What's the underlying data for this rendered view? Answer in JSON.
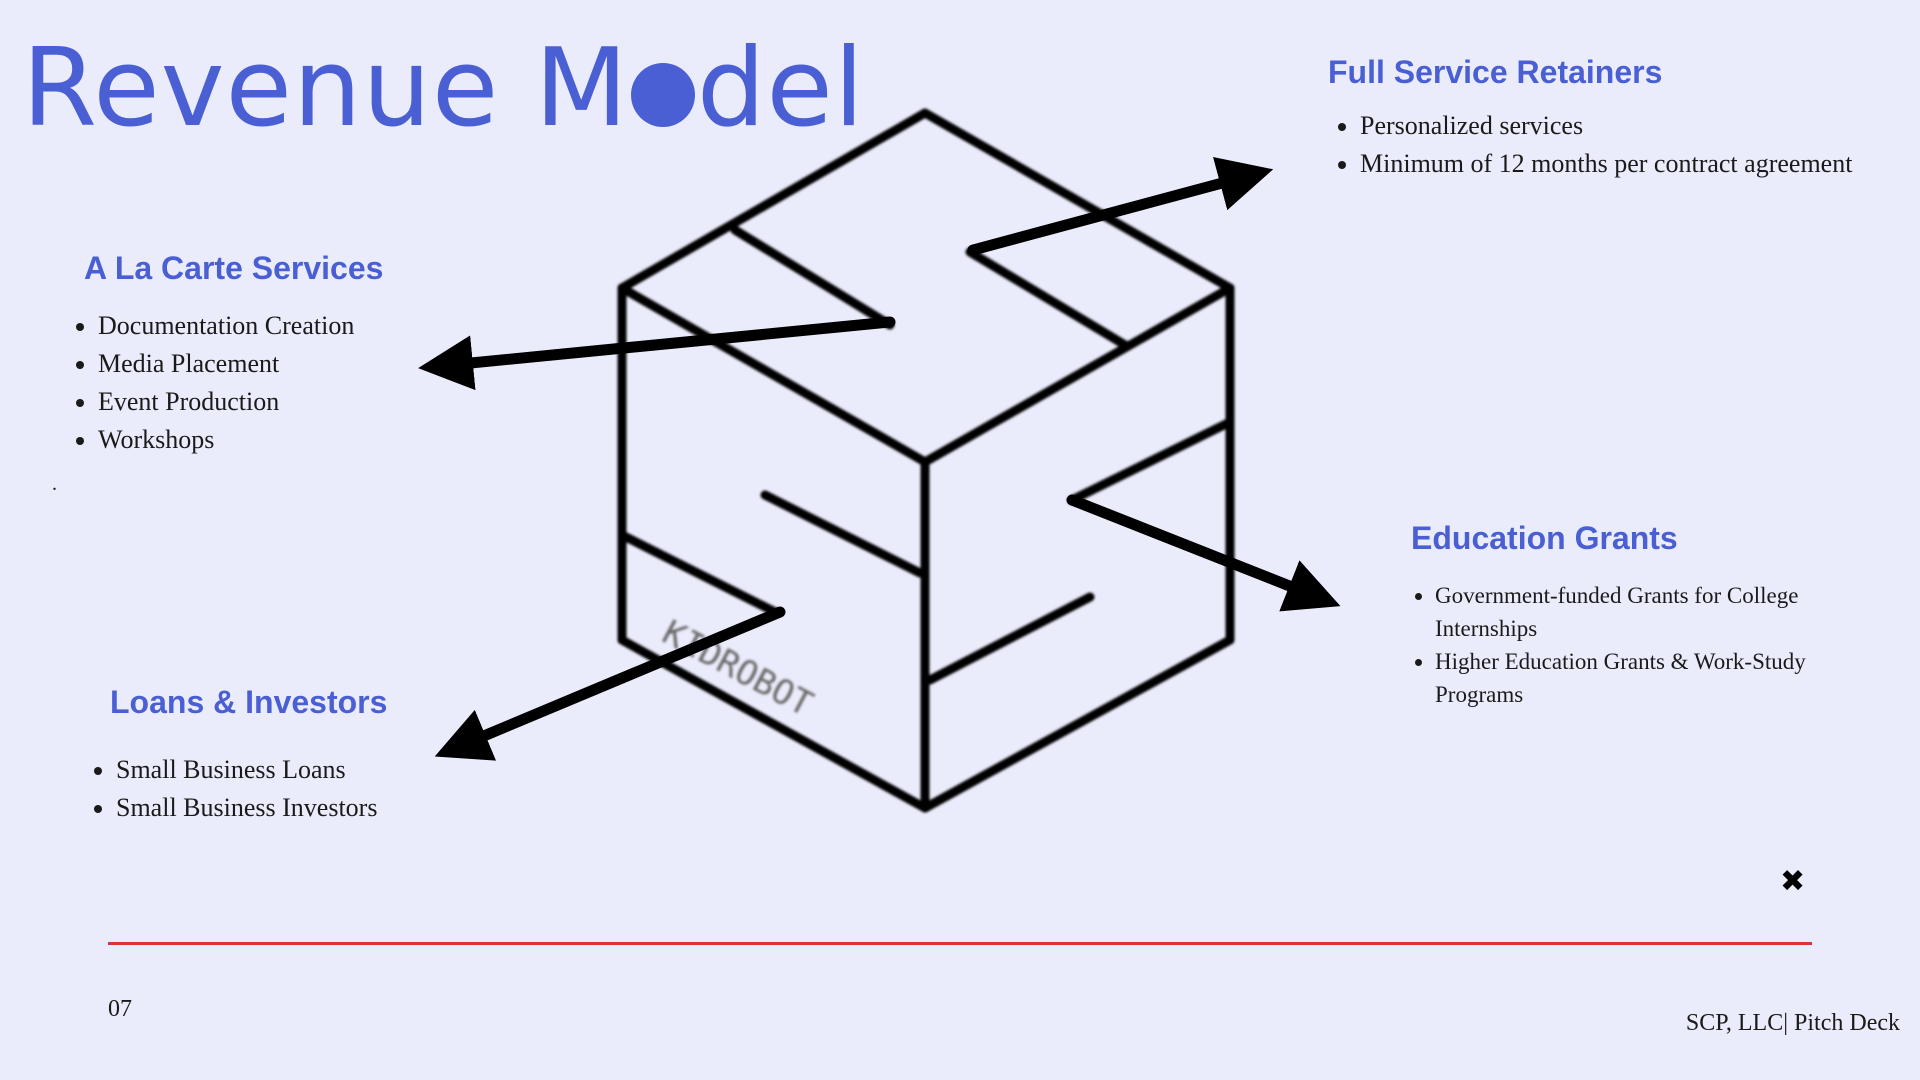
{
  "slide": {
    "title_part1": "Revenue M",
    "title_part2": "del",
    "page_number": "07",
    "footer": "SCP, LLC| Pitch Deck",
    "stray_text": ".",
    "close_glyph": "✖"
  },
  "sections": {
    "full_service": {
      "heading": "Full Service Retainers",
      "items": [
        "Personalized services",
        "Minimum of 12 months per contract agreement"
      ]
    },
    "a_la_carte": {
      "heading": "A La Carte Services",
      "items": [
        "Documentation Creation",
        "Media Placement",
        "Event Production",
        "Workshops"
      ]
    },
    "education": {
      "heading": "Education Grants",
      "items": [
        "Government-funded Grants for College Internships",
        "Higher Education Grants & Work-Study Programs"
      ]
    },
    "loans": {
      "heading": "Loans & Investors",
      "items": [
        "Small Business Loans",
        "Small Business Investors"
      ]
    }
  },
  "illustration": {
    "stamp_text": "KIDROBOT"
  },
  "colors": {
    "background": "#ebecfb",
    "accent": "#4a5fd3",
    "divider": "#e0303a"
  }
}
